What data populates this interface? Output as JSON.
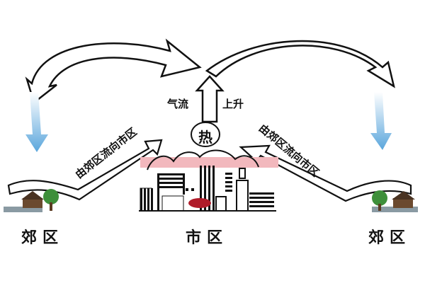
{
  "title_labels": {
    "rising_air": [
      "气流",
      "上升"
    ],
    "heat": "热",
    "flow_left": "由郊区流向市区",
    "flow_right": "由郊区流向市区",
    "suburb_left": "郊区",
    "city": "市区",
    "suburb_right": "郊区"
  },
  "colors": {
    "blue_arrow": "#7ab8e0",
    "heat_band": "#f2b8bd",
    "car": "#b01c2a",
    "outline": "#111111"
  }
}
